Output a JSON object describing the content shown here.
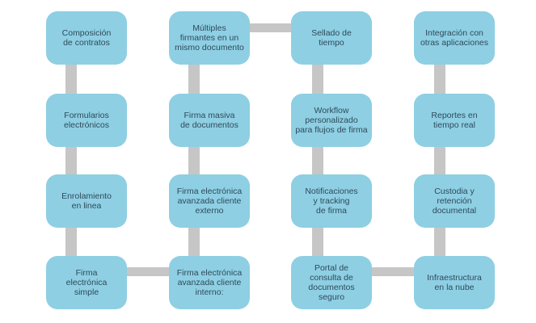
{
  "diagram": {
    "colors": {
      "node_fill": "#8ecfe3",
      "connector": "#c6c6c6",
      "text": "#2f4a5a"
    },
    "nodes": [
      {
        "id": "composicion",
        "label": "Composición\nde contratos"
      },
      {
        "id": "multiples",
        "label": "Múltiples\nfirmantes en un\nmismo documento"
      },
      {
        "id": "sellado",
        "label": "Sellado de\ntiempo"
      },
      {
        "id": "integracion",
        "label": "Integración con\notras aplicaciones"
      },
      {
        "id": "formularios",
        "label": "Formularios\nelectrónicos"
      },
      {
        "id": "firma-masiva",
        "label": "Firma masiva\nde documentos"
      },
      {
        "id": "workflow",
        "label": "Workflow\npersonalizado\npara flujos de firma"
      },
      {
        "id": "reportes",
        "label": "Reportes en\ntiempo real"
      },
      {
        "id": "enrolamiento",
        "label": "Enrolamiento\nen linea"
      },
      {
        "id": "firma-externo",
        "label": "Firma electrónica\navanzada cliente\nexterno"
      },
      {
        "id": "notificaciones",
        "label": "Notificaciones\ny tracking\nde firma"
      },
      {
        "id": "custodia",
        "label": "Custodia y\nretención\ndocumental"
      },
      {
        "id": "firma-simple",
        "label": "Firma\nelectrónica\nsimple"
      },
      {
        "id": "firma-interno",
        "label": "Firma electrónica\navanzada cliente\ninterno:"
      },
      {
        "id": "portal",
        "label": "Portal de\nconsulta de\ndocumentos\nseguro"
      },
      {
        "id": "infraestructura",
        "label": "Infraestructura\nen la nube"
      }
    ]
  }
}
